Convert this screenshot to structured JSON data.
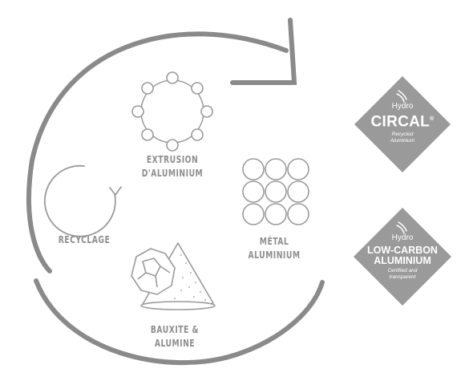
{
  "stages": {
    "extrusion": [
      "EXTRUSION",
      "D'ALUMINIUM"
    ],
    "metal": [
      "MÉTAL",
      "ALUMINIUM"
    ],
    "recycling": [
      "RECYCLAGE"
    ],
    "bauxite": [
      "BAUXITE &",
      "ALUMINE"
    ]
  },
  "badges": {
    "circal": {
      "brand": "Hydro",
      "title": "CIRCAL",
      "mark": "®",
      "sub1": "Recycled",
      "sub2": "Aluminium"
    },
    "lowcarbon": {
      "brand": "Hydro",
      "title1": "LOW-CARBON",
      "title2": "ALUMINIUM",
      "sub1": "Certified and",
      "sub2": "transparent"
    }
  },
  "colors": {
    "line": "#8a8a8a",
    "icon": "#9b9b9b",
    "text": "#8e8e8e",
    "badge": "#9a9a9a",
    "badge_text": "#ffffff"
  },
  "icons": [
    "cycle-arrow",
    "extrusion-profile-icon",
    "metal-ingots-icon",
    "recycle-arrow-icon",
    "bauxite-rock-icon",
    "hydro-logo-icon"
  ]
}
